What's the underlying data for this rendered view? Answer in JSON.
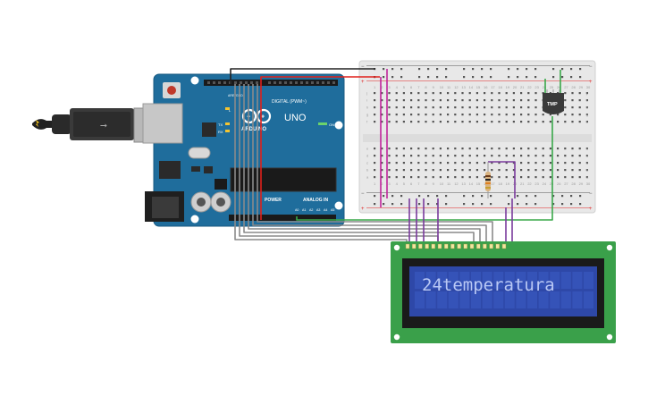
{
  "arduino": {
    "brand_text": "ARDUINO",
    "model": "UNO",
    "digital_header": "DIGITAL (PWM~)",
    "on_label": "ON",
    "tx_label": "TX",
    "rx_label": "RX",
    "l_label": "L",
    "aref_label": "AREF",
    "gnd_label": "GND",
    "power_label": "POWER",
    "analog_label": "ANALOG IN",
    "analog_pins": [
      "A0",
      "A1",
      "A2",
      "A3",
      "A4",
      "A5"
    ],
    "board_color": "#1f6d9c"
  },
  "breadboard": {
    "column_numbers": [
      "1",
      "2",
      "3",
      "4",
      "5",
      "6",
      "7",
      "8",
      "9",
      "10",
      "11",
      "12",
      "13",
      "14",
      "15",
      "16",
      "17",
      "18",
      "19",
      "20",
      "21",
      "22",
      "23",
      "24",
      "25",
      "26",
      "27",
      "28",
      "29",
      "30"
    ],
    "row_letters_top": [
      "j",
      "i",
      "h",
      "g",
      "f"
    ],
    "row_letters_bottom": [
      "e",
      "d",
      "c",
      "b",
      "a"
    ]
  },
  "sensor": {
    "label": "TMP"
  },
  "lcd": {
    "display_text": "24temperatura",
    "pcb_color": "#3aa04a",
    "screen_color": "#2e48a8",
    "text_color": "#b9c8f5"
  },
  "wire_colors": {
    "red": "#e0201b",
    "black": "#222222",
    "purple": "#7a3a9c",
    "magenta": "#c0259a",
    "green": "#3aa84a",
    "gray": "#8a8a8a"
  }
}
